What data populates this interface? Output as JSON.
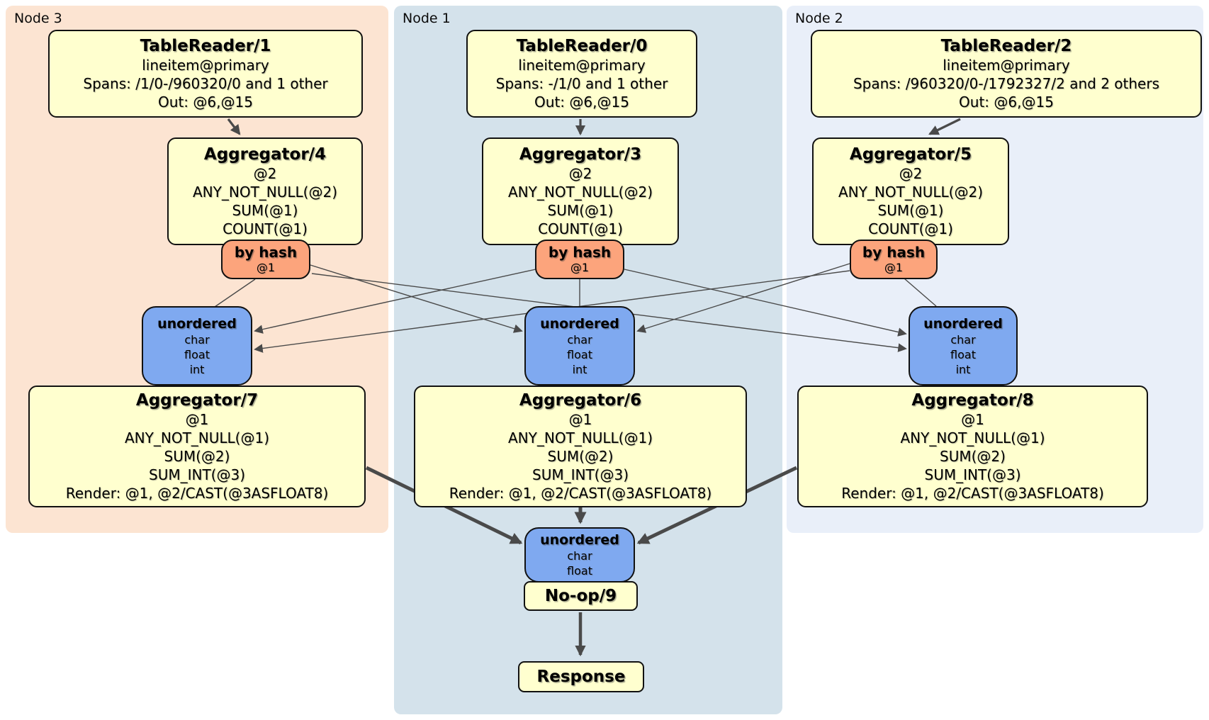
{
  "panels": {
    "node3": {
      "label": "Node 3"
    },
    "node1": {
      "label": "Node 1"
    },
    "node2": {
      "label": "Node 2"
    }
  },
  "boxes": {
    "tr1": {
      "title": "TableReader/1",
      "lines": [
        "lineitem@primary",
        "Spans: /1/0-/960320/0 and 1 other",
        "Out: @6,@15"
      ]
    },
    "tr0": {
      "title": "TableReader/0",
      "lines": [
        "lineitem@primary",
        "Spans: -/1/0 and 1 other",
        "Out: @6,@15"
      ]
    },
    "tr2": {
      "title": "TableReader/2",
      "lines": [
        "lineitem@primary",
        "Spans: /960320/0-/1792327/2 and 2 others",
        "Out: @6,@15"
      ]
    },
    "agg4": {
      "title": "Aggregator/4",
      "lines": [
        "@2",
        "ANY_NOT_NULL(@2)",
        "SUM(@1)",
        "COUNT(@1)"
      ]
    },
    "agg3": {
      "title": "Aggregator/3",
      "lines": [
        "@2",
        "ANY_NOT_NULL(@2)",
        "SUM(@1)",
        "COUNT(@1)"
      ]
    },
    "agg5": {
      "title": "Aggregator/5",
      "lines": [
        "@2",
        "ANY_NOT_NULL(@2)",
        "SUM(@1)",
        "COUNT(@1)"
      ]
    },
    "byhash3": {
      "title": "by hash",
      "lines": [
        "@1"
      ]
    },
    "byhash1": {
      "title": "by hash",
      "lines": [
        "@1"
      ]
    },
    "byhash2": {
      "title": "by hash",
      "lines": [
        "@1"
      ]
    },
    "sync3": {
      "title": "unordered",
      "lines": [
        "char",
        "float",
        "int"
      ]
    },
    "sync1": {
      "title": "unordered",
      "lines": [
        "char",
        "float",
        "int"
      ]
    },
    "sync2": {
      "title": "unordered",
      "lines": [
        "char",
        "float",
        "int"
      ]
    },
    "agg7": {
      "title": "Aggregator/7",
      "lines": [
        "@1",
        "ANY_NOT_NULL(@1)",
        "SUM(@2)",
        "SUM_INT(@3)",
        "Render: @1, @2/CAST(@3ASFLOAT8)"
      ]
    },
    "agg6": {
      "title": "Aggregator/6",
      "lines": [
        "@1",
        "ANY_NOT_NULL(@1)",
        "SUM(@2)",
        "SUM_INT(@3)",
        "Render: @1, @2/CAST(@3ASFLOAT8)"
      ]
    },
    "agg8": {
      "title": "Aggregator/8",
      "lines": [
        "@1",
        "ANY_NOT_NULL(@1)",
        "SUM(@2)",
        "SUM_INT(@3)",
        "Render: @1, @2/CAST(@3ASFLOAT8)"
      ]
    },
    "syncFinal": {
      "title": "unordered",
      "lines": [
        "char",
        "float"
      ]
    },
    "noop": {
      "title": "No-op/9"
    },
    "response": {
      "title": "Response"
    }
  },
  "colors": {
    "processor": "#FFFFCF",
    "router": "#FCA47C",
    "sync": "#7FA9F0",
    "node3bg": "#FCE4D2",
    "node1bg": "#D4E2EB",
    "node2bg": "#E9EFF9",
    "edge": "#4A4A4A"
  }
}
